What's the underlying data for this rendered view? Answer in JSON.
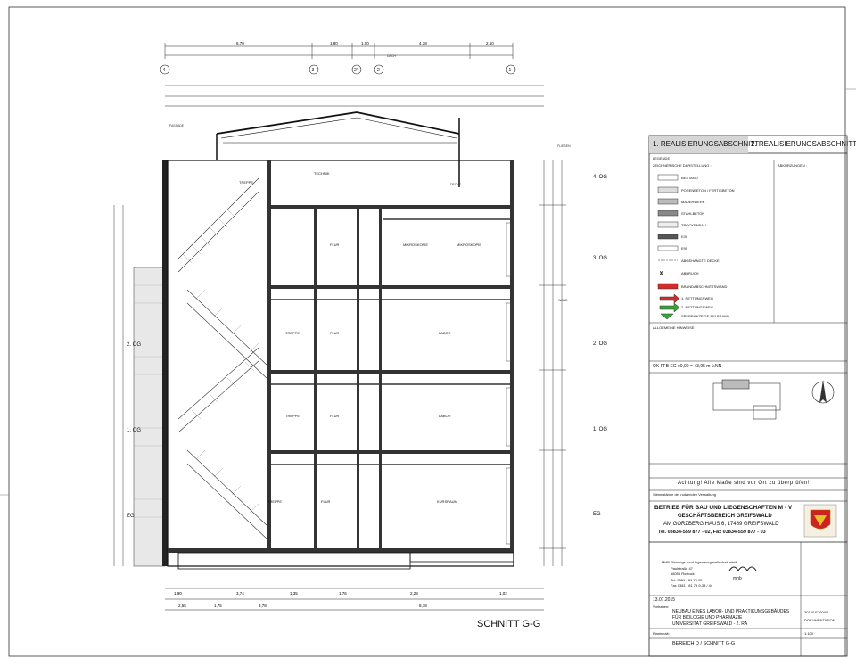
{
  "drawing": {
    "title": "SCHNITT G-G",
    "axes": [
      "4",
      "3",
      "2'",
      "2",
      "1"
    ],
    "floors_left": [
      "2. OG",
      "1. OG",
      "EG"
    ],
    "floors_right": [
      "4. OG",
      "3. OG",
      "2. OG",
      "1. OG",
      "EG"
    ],
    "top_dims": [
      "6,70",
      "1,80",
      "1,00",
      "4,38",
      "2,50"
    ],
    "bottom_dims_1": [
      "1,90",
      "3,74",
      "1,35",
      "1,76",
      "2,28",
      "1,02"
    ],
    "bottom_dims_2": [
      "2,55",
      "1,75",
      "3,78",
      "8,78"
    ],
    "room_labels": [
      "TREPPE",
      "TECHNIK",
      "FLUR",
      "MIKROSKOPIE",
      "MIKROSKOPIE",
      "TREPPE",
      "FLUR",
      "LABOR",
      "TREPPE",
      "FLUR",
      "LABOR",
      "TREPPE",
      "FLUR",
      "KURSRAUM"
    ],
    "notes": [
      "DACH",
      "FASSADE",
      "WAND",
      "DECKE",
      "FLIESEN"
    ]
  },
  "panel": {
    "phase_1": "1. REALISIERUNGSABSCHNITT",
    "phase_2": "2. REALISIERUNGSABSCHNITT",
    "legend_title": "LEGENDE",
    "legend_col1": "ZEICHNERISCHE DARSTELLUNG :",
    "legend_col2": "ABKÜRZUNGEN :",
    "legend_items": [
      "BESTAND",
      "PORENBETON / FERTIGBETON",
      "MAUERWERK",
      "STAHLBETON",
      "TROCKENBAU",
      "E30",
      "E90",
      "ABGEHANGTE DECKE",
      "ABBRUCH",
      "BRANDABSCHNITTSWAND",
      "1. RETTUNGSWEG",
      "2. RETTUNGSWEG",
      "SPERRANZEIGE BEI BRAND"
    ],
    "hints_title": "ALLGEMEINE HINWEISE",
    "level_note": "OK FFB EG ±0,00 = +3,95 m ü.NN",
    "warning": "Achtung! Alle Maße sind vor Ort zu überprüfen!",
    "stamp_title": "Stimmstände der nutzenden Verwaltung",
    "client_1": "BETRIEB FÜR BAU UND LIEGENSCHAFTEN M - V",
    "client_2": "GESCHÄFTSBEREICH GREIFSWALD",
    "client_3": "AM GORZBERG HAUS 6, 17489 GREIFSWALD",
    "client_4": "Tel. 03834-559 877 - 02, Fax 03834-559 877 - 03",
    "planner_1": "MHB Planungs- und Ingenieurgesellschaft mbH",
    "planner_2": "Paulstraße 47",
    "planner_3": "18055 Rostock",
    "planner_4": "Tel. 0381 - 81 75 90",
    "planner_5": "Fax 0381 - 81 75 9-33 / 44",
    "date": "13.07.2015",
    "project_label": "Vorhaben:",
    "project_1": "NEUBAU EINES LABOR- UND PRAKTIKUMSGEBÄUDES",
    "project_2": "FÜR BIOLOGIE UND PHARMAZIE",
    "project_3": "UNIVERSITÄT GREIFSWALD - 2. RA",
    "plan_label": "Planinhalt:",
    "plan_content": "BEREICH D / SCHNITT G-G",
    "doc_label": "DOKUMENTATION",
    "doc_number": "30120 E700/02",
    "scale": "1:100"
  }
}
